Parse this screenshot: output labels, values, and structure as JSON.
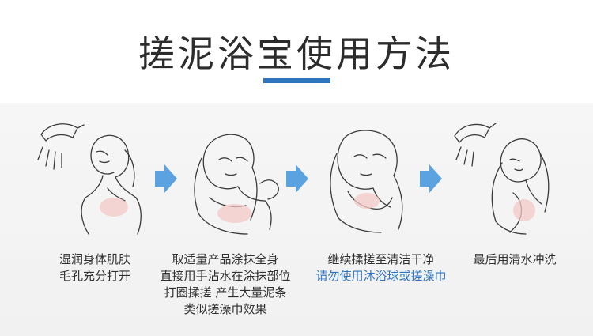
{
  "header": {
    "title": "搓泥浴宝使用方法"
  },
  "colors": {
    "accent": "#2f74bf",
    "arrow": "#5aa3e0",
    "panel": "#f3f3f3",
    "blush": "#f4c9c7"
  },
  "steps": [
    {
      "illustration": "shower-woman-icon",
      "lines": [
        "湿润身体肌肤",
        "毛孔充分打开"
      ]
    },
    {
      "illustration": "apply-product-icon",
      "lines": [
        "取适量产品涂抹全身",
        "直接用手沾水在涂抹部位",
        "打圈揉搓 产生大量泥条",
        "类似搓澡巾效果"
      ]
    },
    {
      "illustration": "rubbing-skin-icon",
      "lines": [
        "继续揉搓至清洁干净"
      ],
      "highlight_line": "请勿使用沐浴球或搓澡巾"
    },
    {
      "illustration": "rinse-shower-icon",
      "lines": [
        "最后用清水冲洗"
      ]
    }
  ]
}
